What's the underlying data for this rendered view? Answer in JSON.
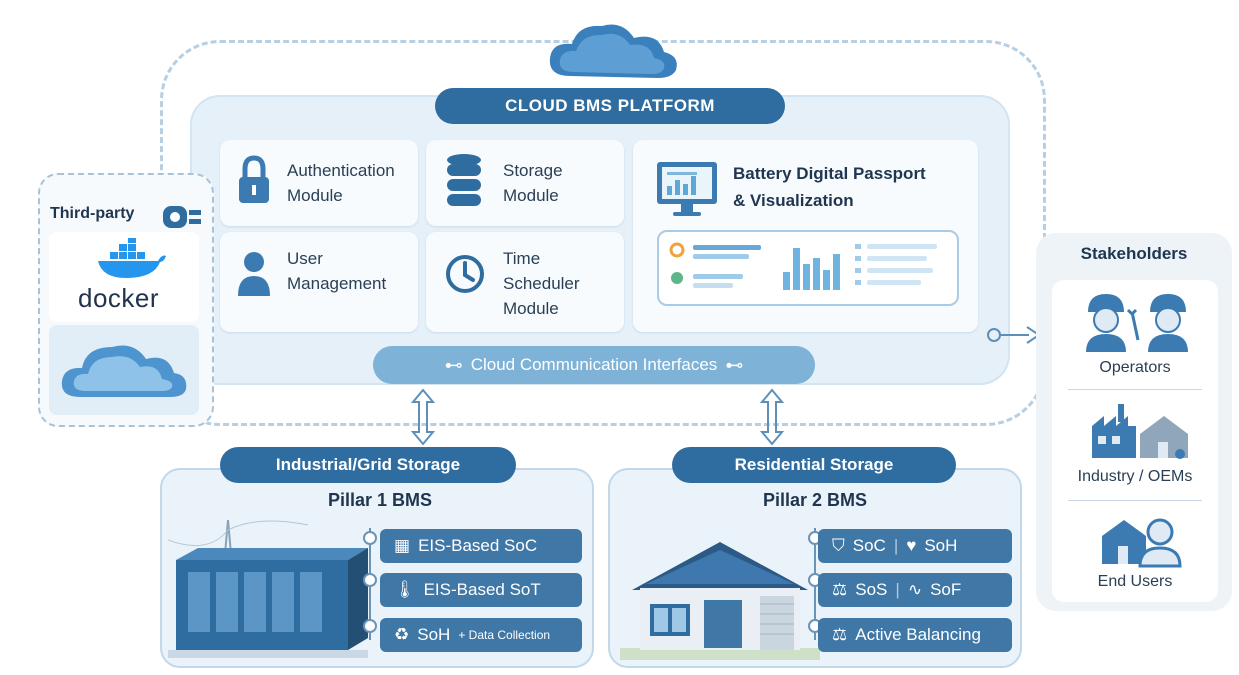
{
  "platform": {
    "title": "CLOUD BMS PLATFORM",
    "modules": [
      {
        "label": "Authentication\nModule",
        "icon": "lock-icon"
      },
      {
        "label": "Storage\nModule",
        "icon": "database-icon"
      },
      {
        "label": "User\nManagement",
        "icon": "user-icon"
      },
      {
        "label": "Time\nScheduler\nModule",
        "icon": "clock-icon"
      }
    ],
    "passport_title": "Battery Digital Passport\n& Visualization",
    "comm_label": "Cloud Communication Interfaces"
  },
  "third_party": {
    "title": "Third-party",
    "docker_label": "docker"
  },
  "pillars": [
    {
      "header": "Industrial/Grid Storage",
      "subtitle": "Pillar 1 BMS",
      "features": [
        "EIS-Based SoC",
        "EIS-Based SoT",
        "SoH",
        "+ Data Collection"
      ]
    },
    {
      "header": "Residential Storage",
      "subtitle": "Pillar 2 BMS",
      "features": [
        "SoC",
        "SoH",
        "SoS",
        "SoF",
        "Active Balancing"
      ]
    }
  ],
  "stakeholders": {
    "title": "Stakeholders",
    "groups": [
      "Operators",
      "Industry / OEMs",
      "End Users"
    ]
  },
  "colors": {
    "primary": "#2f6c9f",
    "light": "#e5f0f9",
    "accent": "#7eb2d6"
  }
}
